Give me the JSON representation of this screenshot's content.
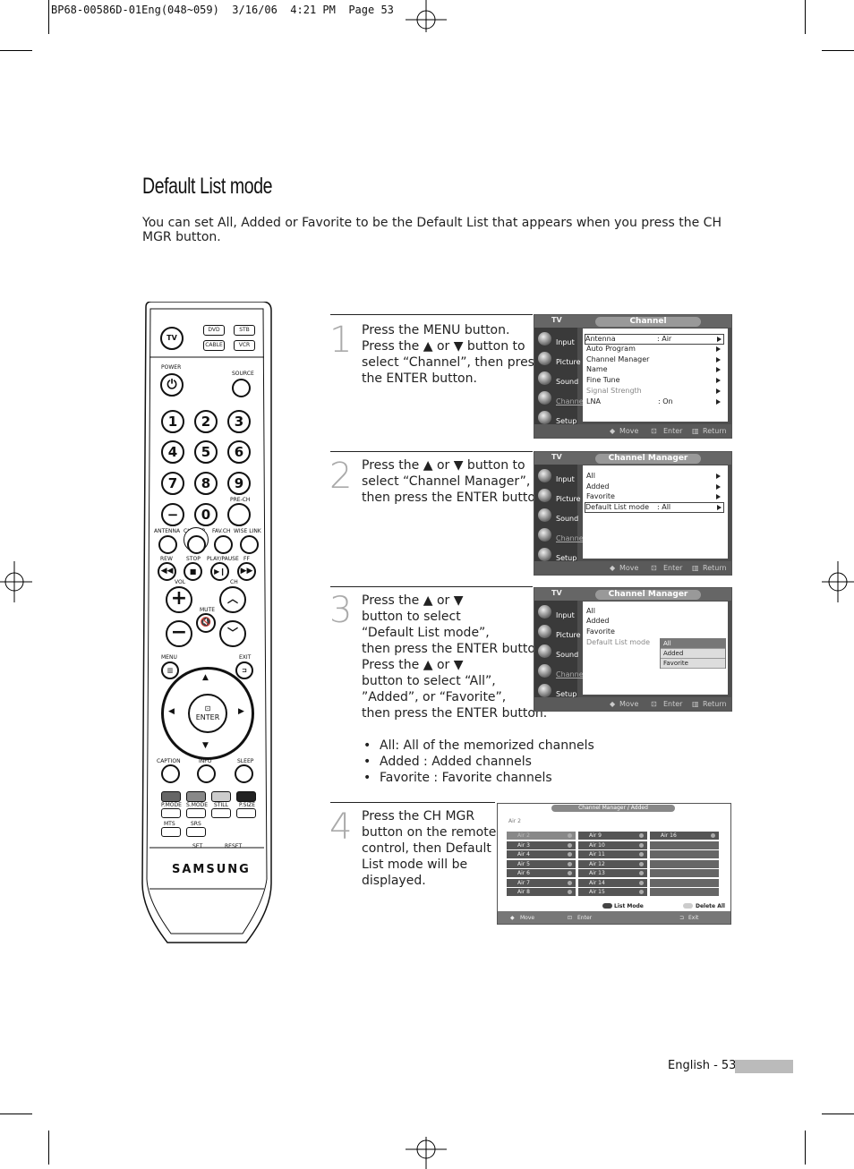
{
  "header": {
    "text": "BP68-00586D-01Eng(048~059)  3/16/06  4:21 PM  Page 53"
  },
  "page": {
    "title": "Default List mode",
    "intro": "You can set All, Added or Favorite to be the Default List that appears when you press the CH MGR button."
  },
  "steps": [
    {
      "num": "1",
      "lines": [
        "Press the MENU button.",
        "Press the ▲ or ▼ button to",
        "select “Channel”, then press",
        "the ENTER button."
      ]
    },
    {
      "num": "2",
      "lines": [
        "Press the ▲ or ▼ button to",
        "select “Channel Manager”,",
        "then press the ENTER button."
      ]
    },
    {
      "num": "3",
      "lines": [
        "Press the ▲ or ▼",
        "button to select",
        "“Default List mode”,",
        "then press the ENTER button.",
        "Press the ▲ or ▼",
        "button to select “All”,",
        "”Added”, or “Favorite”,",
        "then press the ENTER button."
      ]
    },
    {
      "num": "4",
      "lines": [
        "Press the CH MGR",
        "button on the remote",
        "control, then Default",
        "List mode will be",
        "displayed."
      ]
    }
  ],
  "bullets": [
    "All: All of the memorized channels",
    "Added : Added channels",
    "Favorite : Favorite channels"
  ],
  "osd_common": {
    "tv": "TV",
    "menu": [
      "Input",
      "Picture",
      "Sound",
      "Channel",
      "Setup"
    ],
    "move": "Move",
    "enter": "Enter",
    "return": "Return"
  },
  "osd1": {
    "title": "Channel",
    "rows": [
      {
        "label": "Antenna",
        "value": ": Air"
      },
      {
        "label": "Auto Program",
        "value": ""
      },
      {
        "label": "Channel Manager",
        "value": ""
      },
      {
        "label": "Name",
        "value": ""
      },
      {
        "label": "Fine Tune",
        "value": ""
      },
      {
        "label": "Signal Strength",
        "value": ""
      },
      {
        "label": "LNA",
        "value": ": On"
      }
    ]
  },
  "osd2": {
    "title": "Channel Manager",
    "rows": [
      {
        "label": "All",
        "value": ""
      },
      {
        "label": "Added",
        "value": ""
      },
      {
        "label": "Favorite",
        "value": ""
      },
      {
        "label": "Default List mode",
        "value": ": All"
      }
    ]
  },
  "osd3": {
    "title": "Channel Manager",
    "rows": [
      "All",
      "Added",
      "Favorite",
      "Default List mode"
    ],
    "options": [
      "All",
      "Added",
      "Favorite"
    ]
  },
  "channel_list": {
    "title": "Channel Manager / Added",
    "current": "Air 2",
    "col1": [
      "Air 2",
      "Air 3",
      "Air 4",
      "Air 5",
      "Air 6",
      "Air 7",
      "Air 8"
    ],
    "col2": [
      "Air 9",
      "Air 10",
      "Air 11",
      "Air 12",
      "Air 13",
      "Air 14",
      "Air 15"
    ],
    "col3": [
      "Air 16"
    ],
    "list_mode": "List Mode",
    "delete_all": "Delete All",
    "move": "Move",
    "enter": "Enter",
    "exit": "Exit"
  },
  "remote": {
    "labels": {
      "tv": "TV",
      "dvd": "DVD",
      "stb": "STB",
      "cable": "CABLE",
      "vcr": "VCR",
      "power": "POWER",
      "source": "SOURCE",
      "digits": [
        "1",
        "2",
        "3",
        "4",
        "5",
        "6",
        "7",
        "8",
        "9",
        "0"
      ],
      "prech": "PRE-CH",
      "antenna": "ANTENNA",
      "chmgr": "CH MGR",
      "favch": "FAV.CH",
      "wiselink": "WISE LINK",
      "rew": "REW",
      "stop": "STOP",
      "playpause": "PLAY/PAUSE",
      "ff": "FF",
      "vol": "VOL",
      "ch": "CH",
      "mute": "MUTE",
      "menu": "MENU",
      "exit": "EXIT",
      "enter": "ENTER",
      "caption": "CAPTION",
      "info": "INFO",
      "sleep": "SLEEP",
      "pmode": "P.MODE",
      "smode": "S.MODE",
      "still": "STILL",
      "psize": "P.SIZE",
      "mts": "MTS",
      "srs": "SRS",
      "set": "SET",
      "reset": "RESET",
      "brand": "SAMSUNG"
    }
  },
  "footer": {
    "text": "English - 53"
  }
}
